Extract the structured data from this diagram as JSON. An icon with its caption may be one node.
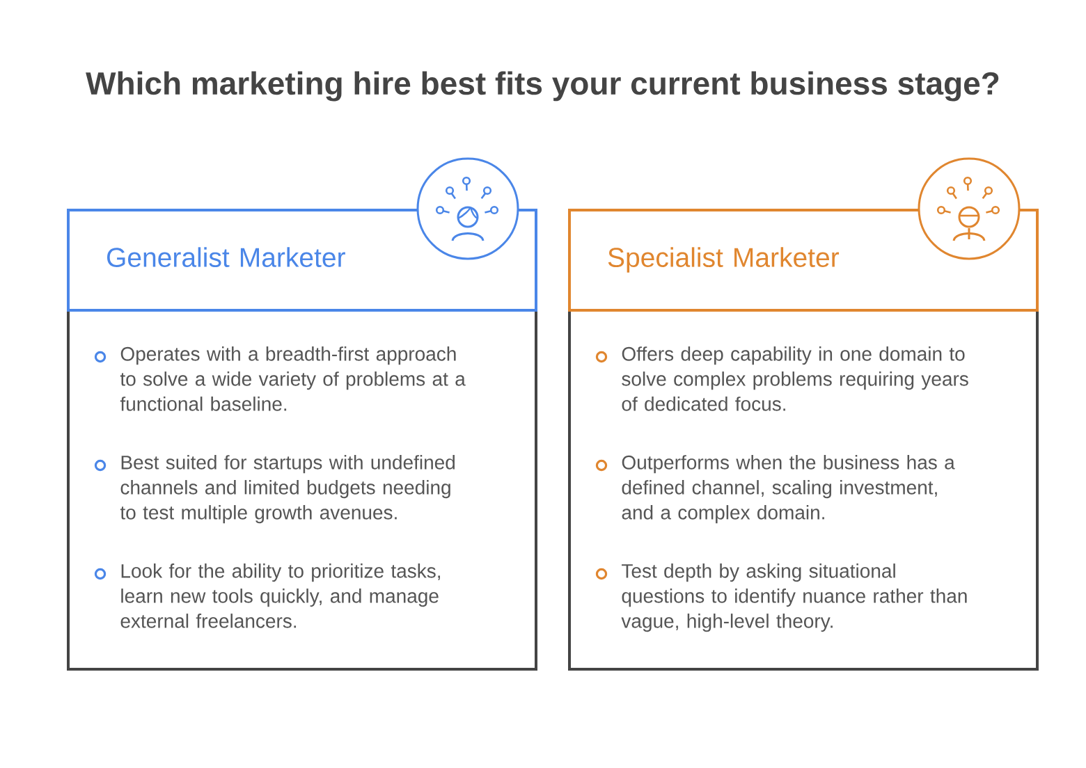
{
  "diagram": {
    "title": "Which marketing hire best fits your current business stage?",
    "nodes": [
      {
        "text": [
          "Generalist Marketer"
        ]
      },
      {
        "text": [
          "Operates with a breadth-first approach to solve a wide variety of problems at a functional baseline.",
          "Best suited for startups with undefined channels and limited budgets needing to test multiple growth avenues.",
          "Look for the ability to prioritize tasks, learn new tools quickly, and manage external freelancers."
        ]
      },
      {
        "text": [
          "Specialist Marketer"
        ]
      },
      {
        "text": [
          "Offers deep capability in one domain to solve complex problems requiring years of dedicated focus.",
          "Outperforms when the business has a defined channel, scaling investment, and a complex domain.",
          "Test depth by asking situational questions to identify nuance rather than vague, high-level theory."
        ]
      }
    ]
  }
}
